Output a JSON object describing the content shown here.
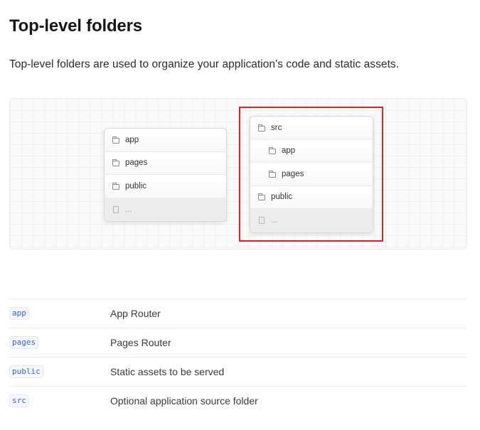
{
  "heading": "Top-level folders",
  "description": "Top-level folders are used to organize your application's code and static assets.",
  "diagram": {
    "left_tree": [
      {
        "icon": "folder-icon",
        "label": "app",
        "level": 0
      },
      {
        "icon": "folder-icon",
        "label": "pages",
        "level": 0
      },
      {
        "icon": "folder-icon",
        "label": "public",
        "level": 0
      },
      {
        "icon": "file-icon",
        "label": "...",
        "level": 0
      }
    ],
    "right_tree": [
      {
        "icon": "folder-icon",
        "label": "src",
        "level": 0
      },
      {
        "icon": "folder-icon",
        "label": "app",
        "level": 1
      },
      {
        "icon": "folder-icon",
        "label": "pages",
        "level": 1
      },
      {
        "icon": "folder-icon",
        "label": "public",
        "level": 0
      },
      {
        "icon": "file-icon",
        "label": "...",
        "level": 0
      }
    ],
    "highlight_color": "#e01e2c"
  },
  "table": [
    {
      "code": "app",
      "description": "App Router"
    },
    {
      "code": "pages",
      "description": "Pages Router"
    },
    {
      "code": "public",
      "description": "Static assets to be served"
    },
    {
      "code": "src",
      "description": "Optional application source folder"
    }
  ]
}
